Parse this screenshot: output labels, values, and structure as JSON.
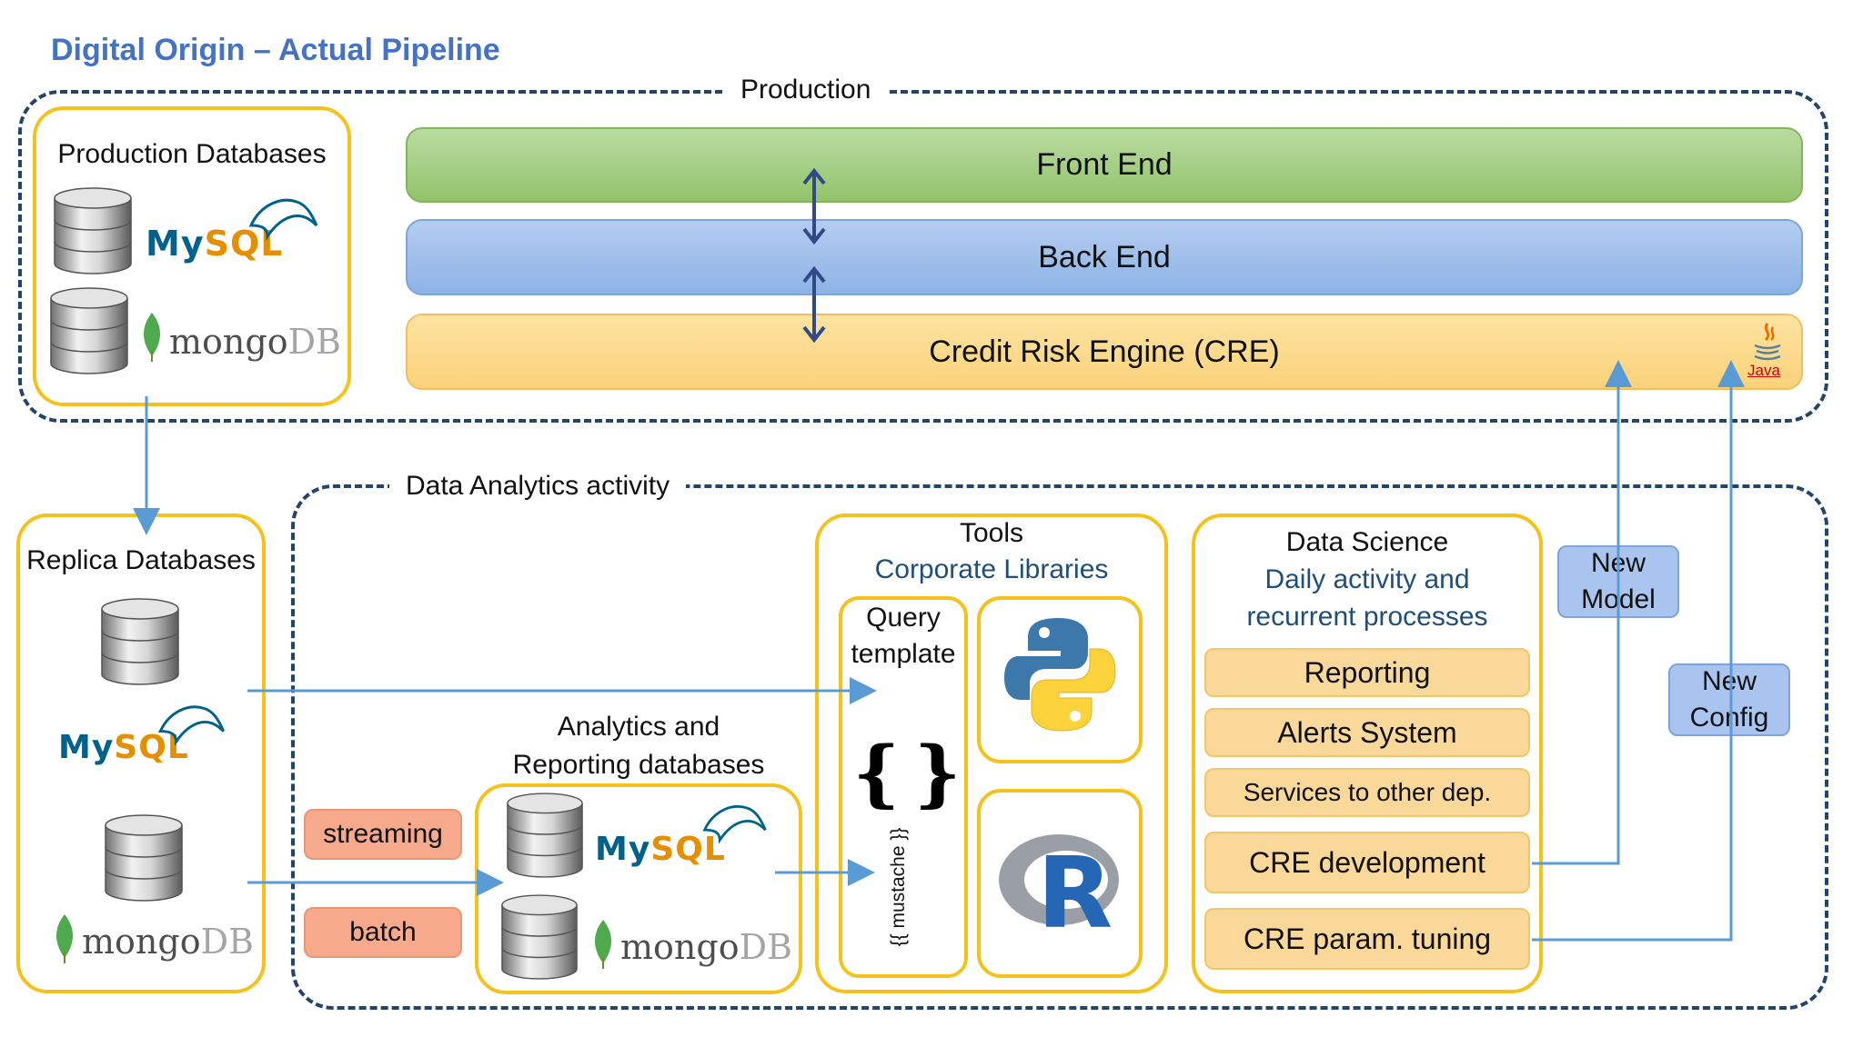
{
  "title": "Digital Origin – Actual Pipeline",
  "production": {
    "label": "Production",
    "databases": {
      "title": "Production Databases"
    },
    "front_end": "Front End",
    "back_end": "Back End",
    "cre": "Credit Risk Engine (CRE)",
    "java_label": "Java"
  },
  "replica": {
    "title": "Replica Databases"
  },
  "analytics": {
    "label": "Data Analytics activity",
    "streaming": "streaming",
    "batch": "batch",
    "db_title_line1": "Analytics and",
    "db_title_line2": "Reporting databases"
  },
  "tools": {
    "title": "Tools",
    "subtitle": "Corporate Libraries",
    "query_line1": "Query",
    "query_line2": "template",
    "mustache_braces": "{ }",
    "mustache_label": "{{ mustache }}"
  },
  "data_science": {
    "title": "Data Science",
    "subtitle_line1": "Daily activity and",
    "subtitle_line2": "recurrent processes",
    "items": [
      "Reporting",
      "Alerts System",
      "Services to other dep.",
      "CRE development",
      "CRE param. tuning"
    ]
  },
  "callouts": {
    "new_model_line1": "New",
    "new_model_line2": "Model",
    "new_config_line1": "New",
    "new_config_line2": "Config"
  },
  "logos": {
    "mysql_my": "My",
    "mysql_sql": "SQL",
    "mongo_a": "mongo",
    "mongo_b": "DB",
    "r_letter": "R"
  },
  "colors": {
    "title": "#4472c4",
    "dashed_border": "#23446b",
    "yellow_border": "#f4c21a",
    "front_end": "#a9d18e",
    "back_end": "#9dc3e6",
    "cre": "#ffd966",
    "connector": "#5b9bd5",
    "streaming_batch": "#f4b183"
  }
}
